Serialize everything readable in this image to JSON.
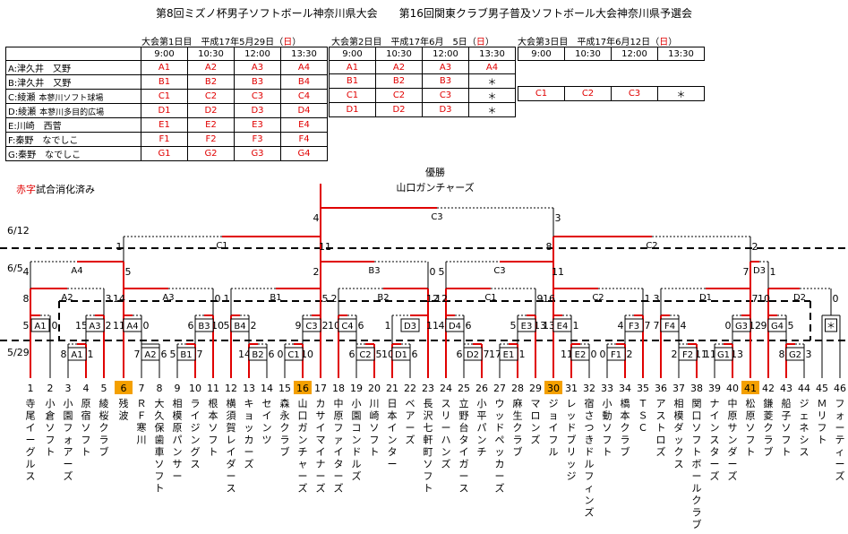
{
  "title": "第8回ミズノ杯男子ソフトボール神奈川県大会　　第16回関東クラブ男子普及ソフトボール大会神奈川県予選会",
  "schedule": {
    "day1": {
      "caption": "大会第1日目　平成17年5月29日",
      "dow": "日"
    },
    "day2": {
      "caption": "大会第2日目　平成17年6月　5日",
      "dow": "日"
    },
    "day3": {
      "caption": "大会第3日目　平成17年6月12日",
      "dow": "日"
    },
    "times": [
      "9:00",
      "10:30",
      "12:00",
      "13:30"
    ],
    "venues": [
      {
        "label": "A:津久井　又野",
        "day1": [
          "A1",
          "A2",
          "A3",
          "A4"
        ],
        "day2": [
          "A1",
          "A2",
          "A3",
          "A4"
        ],
        "day3": []
      },
      {
        "label": "B:津久井　又野",
        "day1": [
          "B1",
          "B2",
          "B3",
          "B4"
        ],
        "day2": [
          "B1",
          "B2",
          "B3",
          "＊"
        ],
        "day3": []
      },
      {
        "label": "C:綾瀬",
        "sub": "本蓼川ソフト球場",
        "day1": [
          "C1",
          "C2",
          "C3",
          "C4"
        ],
        "day2": [
          "C1",
          "C2",
          "C3",
          "＊"
        ],
        "day3": [
          "C1",
          "C2",
          "C3",
          "＊"
        ]
      },
      {
        "label": "D:綾瀬",
        "sub": "本蓼川多目的広場",
        "day1": [
          "D1",
          "D2",
          "D3",
          "D4"
        ],
        "day2": [
          "D1",
          "D2",
          "D3",
          "＊"
        ],
        "day3": []
      },
      {
        "label": "E:川崎　西菅",
        "day1": [
          "E1",
          "E2",
          "E3",
          "E4"
        ],
        "day2": [],
        "day3": []
      },
      {
        "label": "F:秦野　なでしこ",
        "day1": [
          "F1",
          "F2",
          "F3",
          "F4"
        ],
        "day2": [],
        "day3": []
      },
      {
        "label": "G:秦野　なでしこ",
        "day1": [
          "G1",
          "G2",
          "G3",
          "G4"
        ],
        "day2": [],
        "day3": []
      }
    ]
  },
  "legend": {
    "red": "赤字",
    "rest": "試合消化済み"
  },
  "champion": {
    "label": "優勝",
    "name": "山口ガンチャーズ"
  },
  "dates": {
    "d612": "6/12",
    "d65": "6/5",
    "d529": "5/29"
  },
  "teams": [
    {
      "n": "1",
      "name": "寺尾イーグルス"
    },
    {
      "n": "2",
      "name": "小倉ソフト"
    },
    {
      "n": "3",
      "name": "小園フォアーズ"
    },
    {
      "n": "4",
      "name": "原宿ソフト"
    },
    {
      "n": "5",
      "name": "綾桜クラブ"
    },
    {
      "n": "6",
      "name": "残波",
      "hl": true
    },
    {
      "n": "7",
      "name": "ＲＦ寒川"
    },
    {
      "n": "8",
      "name": "大久保歯車ソフト"
    },
    {
      "n": "9",
      "name": "相模原パンサー"
    },
    {
      "n": "10",
      "name": "ライジングス"
    },
    {
      "n": "11",
      "name": "根本ソフト"
    },
    {
      "n": "12",
      "name": "横須賀レイダース"
    },
    {
      "n": "13",
      "name": "キョッカーズ"
    },
    {
      "n": "14",
      "name": "セインツ"
    },
    {
      "n": "15",
      "name": "森永クラブ"
    },
    {
      "n": "16",
      "name": "山口ガンチャーズ",
      "hl": true
    },
    {
      "n": "17",
      "name": "カサイマイナーズ"
    },
    {
      "n": "18",
      "name": "中原ファイターズ"
    },
    {
      "n": "19",
      "name": "小園コンドルズ"
    },
    {
      "n": "20",
      "name": "川崎ソフト"
    },
    {
      "n": "21",
      "name": "日本インター"
    },
    {
      "n": "22",
      "name": "ベアーズ"
    },
    {
      "n": "23",
      "name": "長沢七軒町ソフト"
    },
    {
      "n": "24",
      "name": "スリーハンズ"
    },
    {
      "n": "25",
      "name": "立野台タイガース"
    },
    {
      "n": "26",
      "name": "小平パンチ"
    },
    {
      "n": "27",
      "name": "ウッドペッカーズ"
    },
    {
      "n": "28",
      "name": "麻生クラブ"
    },
    {
      "n": "29",
      "name": "マロンズ"
    },
    {
      "n": "30",
      "name": "ジョイフル",
      "hl": true
    },
    {
      "n": "31",
      "name": "レッドブリッジ"
    },
    {
      "n": "32",
      "name": "宿さつきドルフィンズ"
    },
    {
      "n": "33",
      "name": "小動ソフト"
    },
    {
      "n": "34",
      "name": "橋本クラブ"
    },
    {
      "n": "35",
      "name": "ＴＳＣ"
    },
    {
      "n": "36",
      "name": "アストロズ"
    },
    {
      "n": "37",
      "name": "相模ダックス"
    },
    {
      "n": "38",
      "name": "関口ソフトボールクラブ"
    },
    {
      "n": "39",
      "name": "ナインスターズ"
    },
    {
      "n": "40",
      "name": "中原サンダーズ"
    },
    {
      "n": "41",
      "name": "松原ソフト",
      "hl": true
    },
    {
      "n": "42",
      "name": "鎌菱クラブ"
    },
    {
      "n": "43",
      "name": "船子ソフト"
    },
    {
      "n": "44",
      "name": "ジェネシス"
    },
    {
      "n": "45",
      "name": "Ｍリフト"
    },
    {
      "n": "46",
      "name": "フォーティーズ"
    }
  ],
  "colors": {
    "win": "#e00000",
    "lose": "#000000",
    "highlight": "#f4a000"
  }
}
